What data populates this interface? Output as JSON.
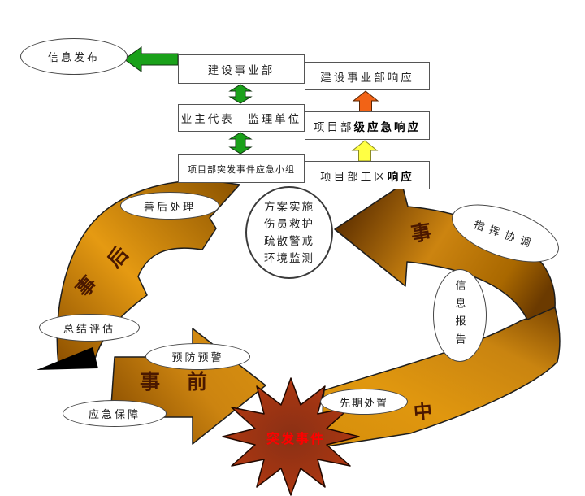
{
  "colors": {
    "ribbon_light": "#e59a12",
    "ribbon_mid": "#cc8410",
    "ribbon_dark": "#6b3a00",
    "green": "#1aa11a",
    "orange_arrow": "#f26316",
    "yellow_arrow": "#ffff44",
    "star_outer": "#c23a10",
    "star_inner": "#8a3015",
    "star_text": "#ff0000",
    "phase_text": "#4a1800",
    "outline": "#1d1d1d",
    "box_border": "#555555",
    "text": "#222222"
  },
  "top_flow": {
    "info_release": "信息发布",
    "division": "建设事业部",
    "division_response": "建设事业部响应",
    "owner": "业主代表　监理单位",
    "project_prefix": "项目部",
    "project_bold": "级应急响应",
    "team": "项目部突发事件应急小组",
    "workzone_prefix": "项目部工区",
    "workzone_bold": "响应"
  },
  "center_circle": {
    "lines": [
      "方案实施",
      "伤员救护",
      "疏散警戒",
      "环境监测"
    ]
  },
  "cycle": {
    "phase_before": "事前",
    "phase_during_shi": "事",
    "phase_during_zhong": "中",
    "phase_after_shi": "事",
    "phase_after_hou": "后",
    "bubbles": {
      "aftermath": "善后处理",
      "evaluation": "总结评估",
      "prevention": "预防预警",
      "support": "应急保障",
      "initial": "先期处置",
      "command": "指挥协调",
      "report": "信息报告"
    }
  },
  "incident": {
    "label": "突发事件"
  }
}
